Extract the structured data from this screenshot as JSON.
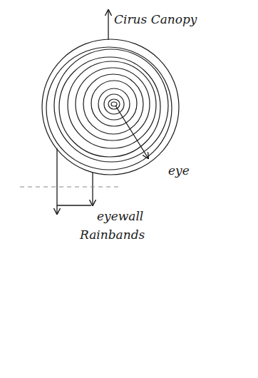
{
  "diagram": {
    "labels": [
      "Cirus Canopy",
      "eye",
      "eyewall",
      "Rainbands"
    ]
  }
}
